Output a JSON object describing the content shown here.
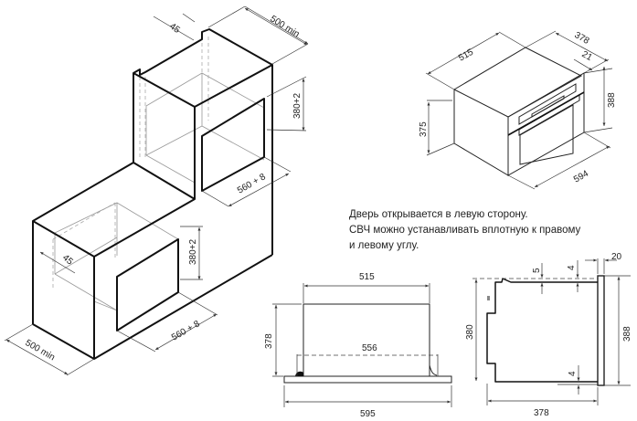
{
  "note": {
    "line1": "Дверь открывается в левую сторону.",
    "line2": "СВЧ можно устанавливать вплотную к правому",
    "line3": "и левому углу."
  },
  "upper_cabinet": {
    "depth": "500 min",
    "gap": "45",
    "niche_height": "380+2",
    "niche_width": "560 + 8"
  },
  "lower_cabinet": {
    "depth": "500 min",
    "gap": "45",
    "niche_height": "380+2",
    "niche_width": "560 + 8"
  },
  "oven_iso": {
    "depth": "515",
    "side": "378",
    "panel": "21",
    "front_height": "388",
    "body_height": "375",
    "width": "594"
  },
  "top_view": {
    "depth": "515",
    "inner_width": "556",
    "width": "595",
    "height": "378"
  },
  "side_view": {
    "height_body": "380",
    "height_front": "388",
    "depth": "378",
    "panel": "20",
    "top_gap": "5",
    "top_offset": "4",
    "bottom_offset": "4"
  }
}
